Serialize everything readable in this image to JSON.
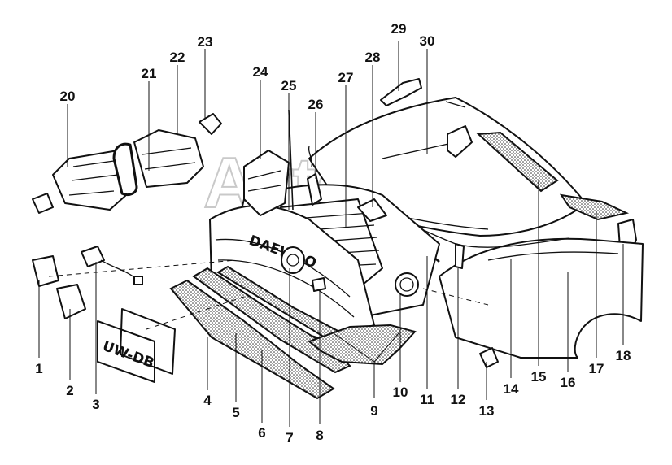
{
  "diagram": {
    "watermark": "AvtoS",
    "plate_text": "UW-DB",
    "callouts": [
      {
        "id": "1",
        "label": "1"
      },
      {
        "id": "2",
        "label": "2"
      },
      {
        "id": "3",
        "label": "3"
      },
      {
        "id": "4",
        "label": "4"
      },
      {
        "id": "5",
        "label": "5"
      },
      {
        "id": "6",
        "label": "6"
      },
      {
        "id": "7",
        "label": "7"
      },
      {
        "id": "8",
        "label": "8"
      },
      {
        "id": "9",
        "label": "9"
      },
      {
        "id": "10",
        "label": "10"
      },
      {
        "id": "11",
        "label": "11"
      },
      {
        "id": "12",
        "label": "12"
      },
      {
        "id": "13",
        "label": "13"
      },
      {
        "id": "14",
        "label": "14"
      },
      {
        "id": "15",
        "label": "15"
      },
      {
        "id": "16",
        "label": "16"
      },
      {
        "id": "17",
        "label": "17"
      },
      {
        "id": "18",
        "label": "18"
      },
      {
        "id": "20",
        "label": "20"
      },
      {
        "id": "21",
        "label": "21"
      },
      {
        "id": "22",
        "label": "22"
      },
      {
        "id": "23",
        "label": "23"
      },
      {
        "id": "24",
        "label": "24"
      },
      {
        "id": "25",
        "label": "25"
      },
      {
        "id": "26",
        "label": "26"
      },
      {
        "id": "27",
        "label": "27"
      },
      {
        "id": "28",
        "label": "28"
      },
      {
        "id": "29",
        "label": "29"
      },
      {
        "id": "30",
        "label": "30"
      }
    ]
  }
}
